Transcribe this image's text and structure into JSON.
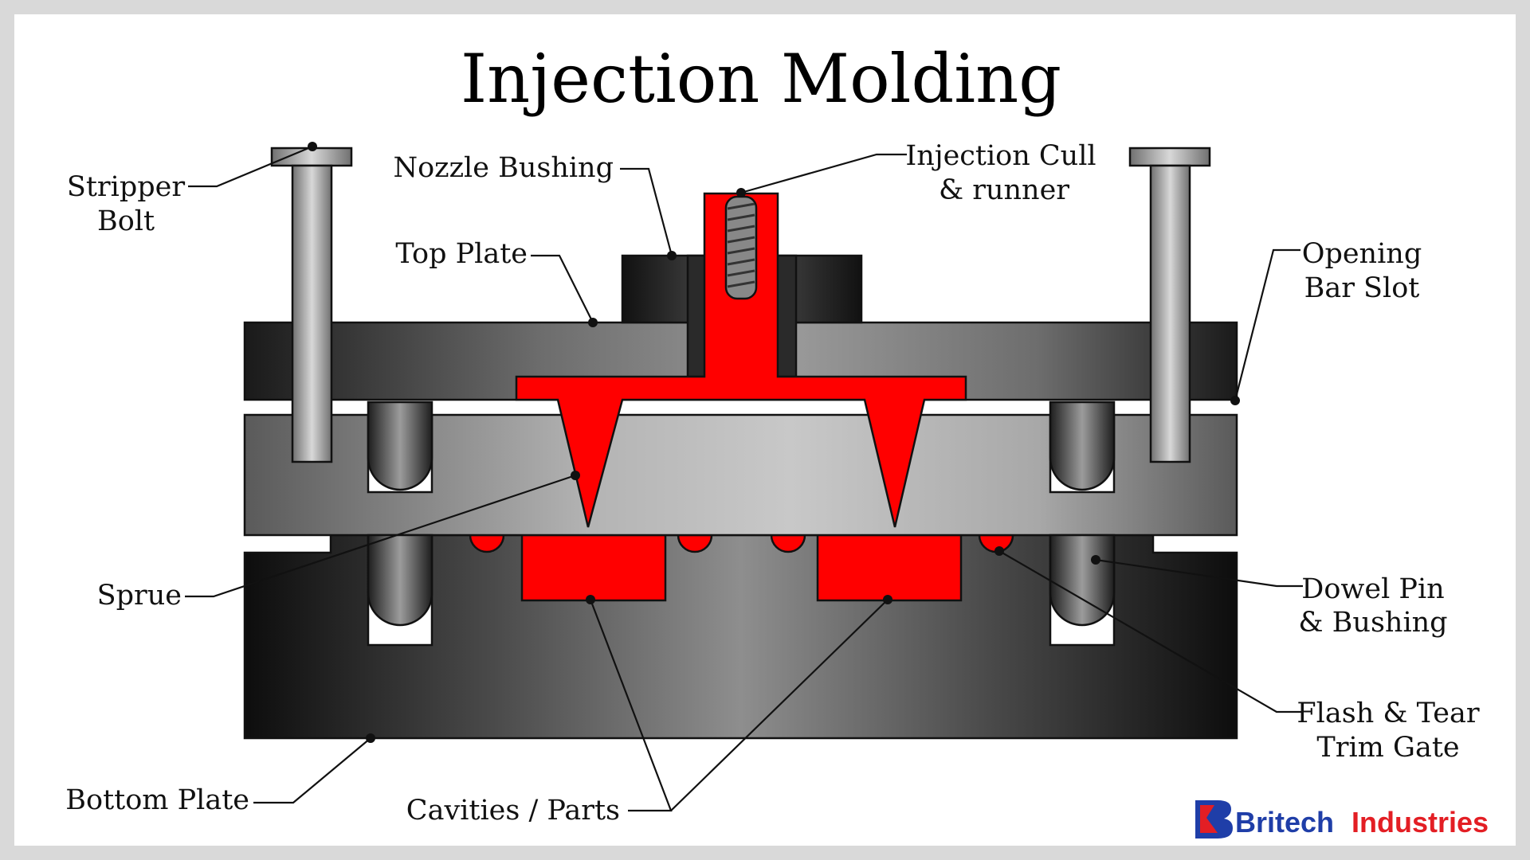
{
  "title": "Injection Molding",
  "labels": {
    "stripper_bolt": [
      "Stripper",
      "Bolt"
    ],
    "nozzle_bushing": "Nozzle Bushing",
    "injection_cull": [
      "Injection Cull",
      "& runner"
    ],
    "top_plate": "Top Plate",
    "opening_bar_slot": [
      "Opening",
      "Bar Slot"
    ],
    "sprue": "Sprue",
    "dowel_pin": [
      "Dowel Pin",
      "& Bushing"
    ],
    "flash_tear": [
      "Flash & Tear",
      "Trim Gate"
    ],
    "bottom_plate": "Bottom Plate",
    "cavities": "Cavities / Parts"
  },
  "brand": {
    "name_part1": "Britech",
    "name_part2": "Industries"
  },
  "colors": {
    "plastic_red": "#ff0000",
    "brand_blue": "#1f3ea8",
    "brand_red": "#e31e24",
    "background": "#ffffff",
    "frame": "#d9d9d9"
  }
}
